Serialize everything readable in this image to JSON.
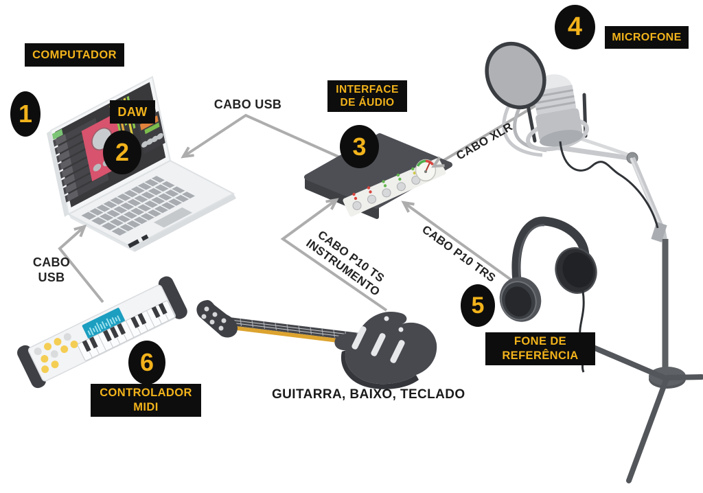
{
  "components": [
    {
      "number": "1",
      "label": "COMPUTADOR"
    },
    {
      "number": "2",
      "label": "DAW"
    },
    {
      "number": "3",
      "label_line1": "INTERFACE",
      "label_line2": "DE ÁUDIO"
    },
    {
      "number": "4",
      "label": "MICROFONE"
    },
    {
      "number": "5",
      "label_line1": "FONE DE",
      "label_line2": "REFERÊNCIA"
    },
    {
      "number": "6",
      "label_line1": "CONTROLADOR",
      "label_line2": "MIDI"
    }
  ],
  "cables": [
    {
      "id": "usb-computador-interface",
      "label": "CABO USB",
      "from": "COMPUTADOR",
      "to": "INTERFACE DE ÁUDIO"
    },
    {
      "id": "usb-midi-computador",
      "label_line1": "CABO",
      "label_line2": "USB",
      "from": "CONTROLADOR MIDI",
      "to": "COMPUTADOR"
    },
    {
      "id": "xlr",
      "label": "CABO XLR",
      "from": "MICROFONE",
      "to": "INTERFACE DE ÁUDIO"
    },
    {
      "id": "p10-trs",
      "label": "CABO P10 TRS",
      "from": "INTERFACE DE ÁUDIO",
      "to": "FONE DE REFERÊNCIA"
    },
    {
      "id": "p10-ts",
      "label_line1": "CABO P10 TS",
      "label_line2": "INSTRUMENTO",
      "from": "GUITARRA, BAIXO, TECLADO",
      "to": "INTERFACE DE ÁUDIO"
    }
  ],
  "caption": {
    "instruments": "GUITARRA, BAIXO, TECLADO"
  },
  "colors": {
    "accent": "#F2B31B",
    "badge_bg": "#0D0D0D",
    "connector": "#ADADAD",
    "cable_text": "#232323"
  }
}
